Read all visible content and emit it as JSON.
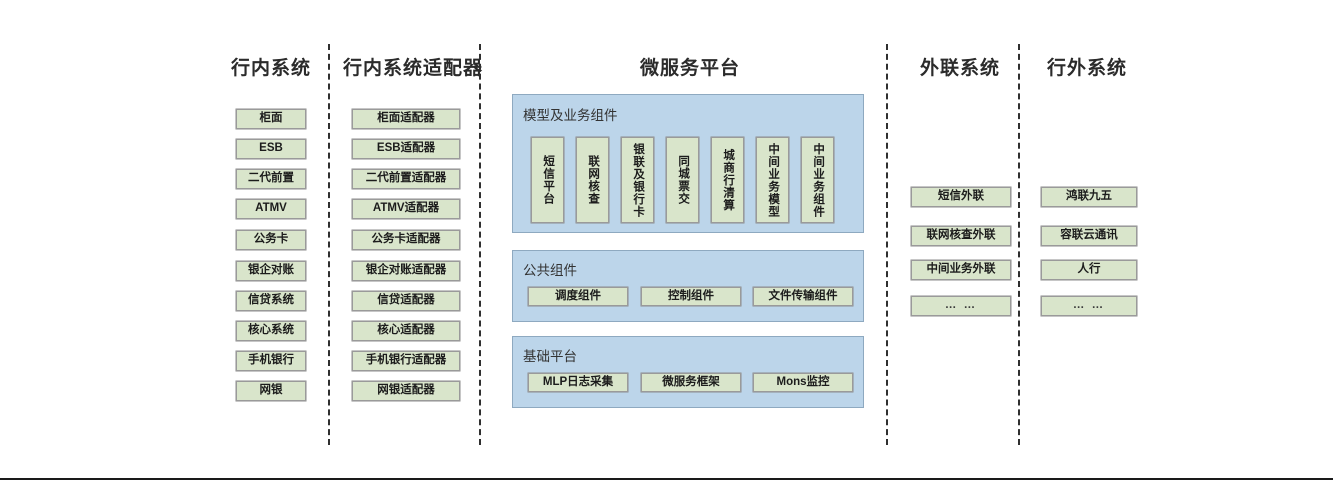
{
  "diagram": {
    "title": "微服务平台架构图",
    "colors": {
      "node_fill": "#d9e5cb",
      "node_border": "#9a9a9a",
      "panel_fill": "#bcd5ea",
      "panel_border": "#8ea9c0",
      "divider": "#2f2f2f",
      "text": "#1c1c1c"
    }
  },
  "columns": {
    "inbank": {
      "title": "行内系统",
      "items": [
        {
          "label": "柜面"
        },
        {
          "label": "ESB"
        },
        {
          "label": "二代前置"
        },
        {
          "label": "ATMV"
        },
        {
          "label": "公务卡"
        },
        {
          "label": "银企对账"
        },
        {
          "label": "信贷系统"
        },
        {
          "label": "核心系统"
        },
        {
          "label": "手机银行"
        },
        {
          "label": "网银"
        }
      ]
    },
    "adapter": {
      "title": "行内系统适配器",
      "items": [
        {
          "label": "柜面适配器"
        },
        {
          "label": "ESB适配器"
        },
        {
          "label": "二代前置适配器"
        },
        {
          "label": "ATMV适配器"
        },
        {
          "label": "公务卡适配器"
        },
        {
          "label": "银企对账适配器"
        },
        {
          "label": "信贷适配器"
        },
        {
          "label": "核心适配器"
        },
        {
          "label": "手机银行适配器"
        },
        {
          "label": "网银适配器"
        }
      ]
    },
    "platform": {
      "title": "微服务平台",
      "groups": [
        {
          "key": "model",
          "title": "模型及业务组件",
          "orientation": "vertical",
          "items": [
            {
              "label": "短信平台"
            },
            {
              "label": "联网核查"
            },
            {
              "label": "银联及银行卡"
            },
            {
              "label": "同城票交"
            },
            {
              "label": "城商行清算"
            },
            {
              "label": "中间业务模型"
            },
            {
              "label": "中间业务组件"
            }
          ]
        },
        {
          "key": "common",
          "title": "公共组件",
          "orientation": "horizontal",
          "items": [
            {
              "label": "调度组件"
            },
            {
              "label": "控制组件"
            },
            {
              "label": "文件传输组件"
            }
          ]
        },
        {
          "key": "base",
          "title": "基础平台",
          "orientation": "horizontal",
          "items": [
            {
              "label": "MLP日志采集"
            },
            {
              "label": "微服务框架"
            },
            {
              "label": "Mons监控"
            }
          ]
        }
      ]
    },
    "external_link": {
      "title": "外联系统",
      "items": [
        {
          "label": "短信外联"
        },
        {
          "label": "联网核查外联"
        },
        {
          "label": "中间业务外联"
        },
        {
          "label": "… …"
        }
      ]
    },
    "outbank": {
      "title": "行外系统",
      "items": [
        {
          "label": "鸿联九五"
        },
        {
          "label": "容联云通讯"
        },
        {
          "label": "人行"
        },
        {
          "label": "… …"
        }
      ]
    }
  }
}
